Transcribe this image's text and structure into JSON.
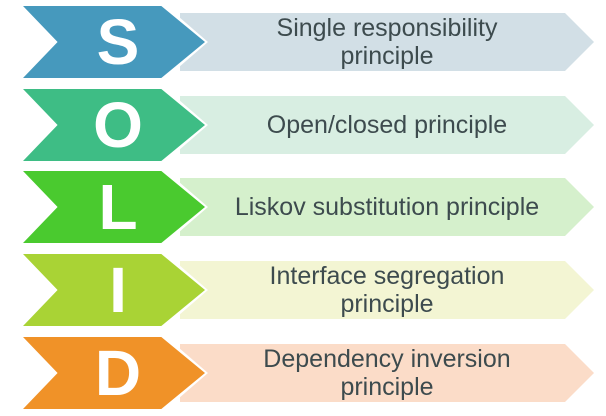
{
  "title": "SOLID principles diagram",
  "text_color": "#3d4b4e",
  "outline_color": "#ffffff",
  "background_color": "#ffffff",
  "rows": [
    {
      "letter": "S",
      "label": "Single responsibility principle",
      "label_lines": [
        "Single responsibility",
        "principle"
      ],
      "arrow_color": "#4699bd",
      "banner_color": "#d2dfe6"
    },
    {
      "letter": "O",
      "label": "Open/closed principle",
      "label_lines": [
        "Open/closed principle"
      ],
      "arrow_color": "#3ebd85",
      "banner_color": "#d8eee2"
    },
    {
      "letter": "L",
      "label": "Liskov substitution principle",
      "label_lines": [
        "Liskov substitution principle"
      ],
      "arrow_color": "#4aca2f",
      "banner_color": "#d5f0cc"
    },
    {
      "letter": "I",
      "label": "Interface segregation principle",
      "label_lines": [
        "Interface segregation",
        "principle"
      ],
      "arrow_color": "#a9d335",
      "banner_color": "#f3f5d3"
    },
    {
      "letter": "D",
      "label": "Dependency inversion principle",
      "label_lines": [
        "Dependency inversion",
        "principle"
      ],
      "arrow_color": "#f09228",
      "banner_color": "#fbdcc8"
    }
  ]
}
